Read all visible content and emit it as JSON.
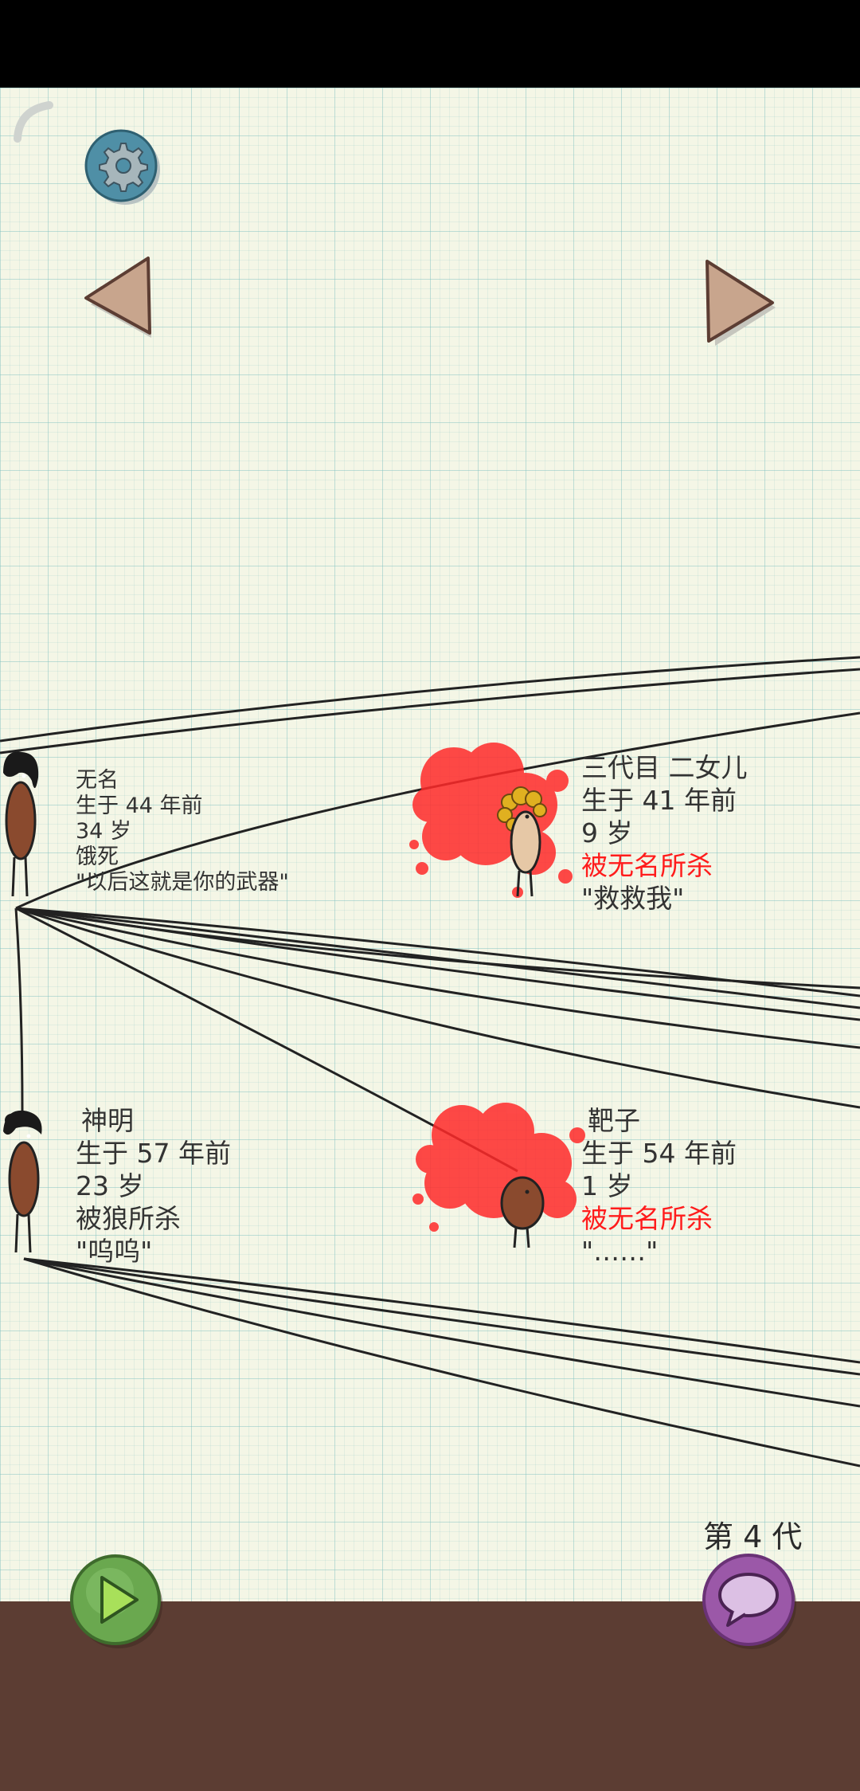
{
  "generation_label": "第 4 代",
  "icons": {
    "settings": "gear-icon",
    "prev": "left-arrow-icon",
    "next": "right-arrow-icon",
    "play": "play-icon",
    "chat": "chat-bubble-icon"
  },
  "colors": {
    "paper": "#f4f6e6",
    "ground": "#5c3d33",
    "killed_text": "#ff1c1c",
    "blood": "#ff2a2a"
  },
  "people": [
    {
      "name": "无名",
      "born": "生于 44 年前",
      "age": "34 岁",
      "death": "饿死",
      "quote": "\"以后这就是你的武器\"",
      "killed": false
    },
    {
      "name": "三代目 二女儿",
      "born": "生于 41 年前",
      "age": "9 岁",
      "death": "被无名所杀",
      "quote": "\"救救我\"",
      "killed": true
    },
    {
      "name": "神明",
      "born": "生于 57 年前",
      "age": "23 岁",
      "death": "被狼所杀",
      "quote": "\"呜呜\"",
      "killed": false
    },
    {
      "name": "靶子",
      "born": "生于 54 年前",
      "age": "1 岁",
      "death": "被无名所杀",
      "quote": "\"……\"",
      "killed": true
    }
  ]
}
